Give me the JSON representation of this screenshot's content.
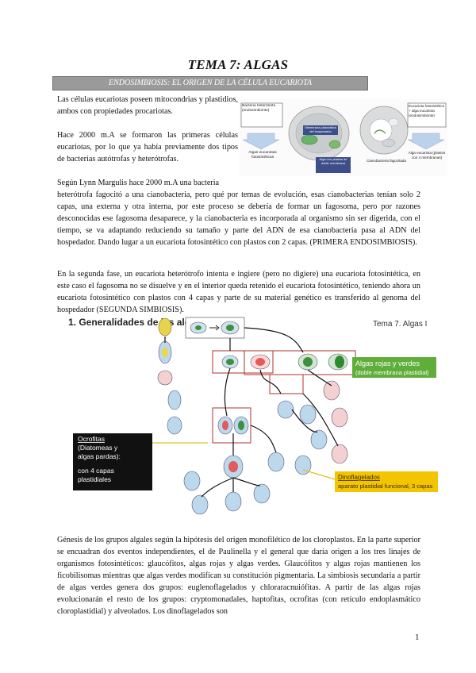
{
  "document": {
    "title": "TEMA 7: ALGAS",
    "section_banner": "ENDOSIMBIOSIS: EL ORIGEN DE LA CÉLULA EUCARIOTA",
    "paragraphs": {
      "p1": "Las células eucariotas poseen mitocondrias y plastidios, ambos con propiedades procariotas.",
      "p2": "Hace 2000 m.A se formaron las primeras células eucariotas, por lo que ya había previamente dos tipos de bacterias autótrofas y heterótrofas.",
      "p3_line1": "Según Lynn Margulis hace 2000 m.A una bacteria",
      "p3_rest": "heterótrofa fagocitó a una cianobacteria, pero qué por temas de evolución, esas cianobacterias tenían solo 2 capas, una externa y otra interna, por este proceso se debería de formar un fagosoma, pero por razones desconocidas ese fagosoma desaparece, y la cianobacteria es incorporada al organismo sin ser digerida, con el tiempo, se va adaptando reduciendo su tamaño y parte del ADN de esa cianobacteria pasa al ADN del hospedador. Dando lugar a un eucariota fotosintético con plastos con 2 capas. (PRIMERA ENDOSIMBIOSIS).",
      "p4": "En la segunda fase, un eucariota heterótrofo intenta e ingiere (pero no digiere) una eucariota fotosintética, en este caso el fagosoma no se disuelve y en el interior queda retenido el eucariota fotosintético, teniendo ahora un eucariota fotosintético con plastos con 4 capas y parte de su material genético es transferido al genoma del hospedador (SEGUNDA SIMBIOSIS).",
      "p5": "Génesis de los grupos algales según la hipótesis del origen monofilético de los cloroplastos. En la parte superior se encuadran dos eventos independientes, el de Paulinella y el general que daría origen a los tres linajes de organismos fotosintéticos: glaucófitos, algas rojas y algas verdes. Glaucófitos y algas rojas mantienen los ficobilisomas mientras que algas verdes modifican su constitución pigmentaria. La simbiosis secundaria a partir de algas verdes genera dos grupos: euglenoflagelados y chloraracnuiófitas. A partir de las algas rojas evolucionarán el resto de los grupos: cryptomonadales, haptofitas, ocrofitas (con retículo endoplasmático cloroplastidial) y alveolados. Los dinoflagelados son"
    },
    "figure1": {
      "left_box": "Bacteria heterótrofa (endosimbionte)",
      "left_caption": "Algas eucariotas fotosintéticas",
      "center_top": "Membrana plasmática del hospedador",
      "center_caption": "Cianobacteria fagocitada",
      "center_bottom": "Alga con plastos de doble membrana",
      "right_box": "Eucariota fotosintético + alga eucariota (endosimbionte)",
      "right_caption": "Alga eucariota (plastos con 4 membranas)"
    },
    "figure2": {
      "header": "1. Generalidades de las algas",
      "header_right": "Tema 7. Algas I",
      "label_red_green_title": "Algas rojas y verdes",
      "label_red_green_sub": "(doble membrana plastidial)",
      "label_ocrofitas_title": "Ocrofitas",
      "label_ocrofitas_sub1": "(Diatomeas y",
      "label_ocrofitas_sub2": "algas pardas):",
      "label_ocrofitas_sub3": "con 4 capas",
      "label_ocrofitas_sub4": "plastidiales",
      "label_dino_title": "Dinoflagelados",
      "label_dino_sub": "aparato plastidial funcional, 3 capas"
    },
    "page_number": "1"
  }
}
